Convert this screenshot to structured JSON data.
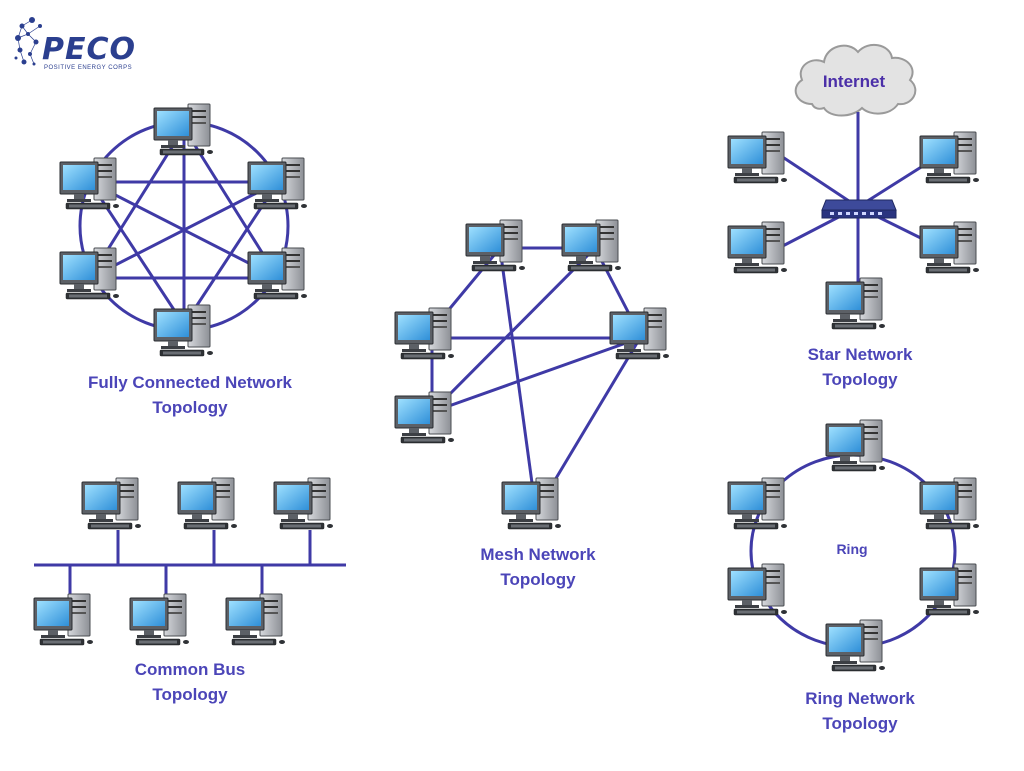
{
  "logo": {
    "text": "PECO",
    "tagline": "POSITIVE ENERGY CORPS"
  },
  "colors": {
    "link": "#3f3aa6",
    "label": "#4b45b8",
    "accent": "#3d2fa0"
  },
  "internet_label": "Internet",
  "ring_center_label": "Ring",
  "topologies": {
    "fully_connected": {
      "line1": "Fully Connected Network",
      "line2": "Topology"
    },
    "bus": {
      "line1": "Common Bus",
      "line2": "Topology"
    },
    "mesh": {
      "line1": "Mesh Network",
      "line2": "Topology"
    },
    "star": {
      "line1": "Star Network",
      "line2": "Topology"
    },
    "ring": {
      "line1": "Ring Network",
      "line2": "Topology"
    }
  }
}
